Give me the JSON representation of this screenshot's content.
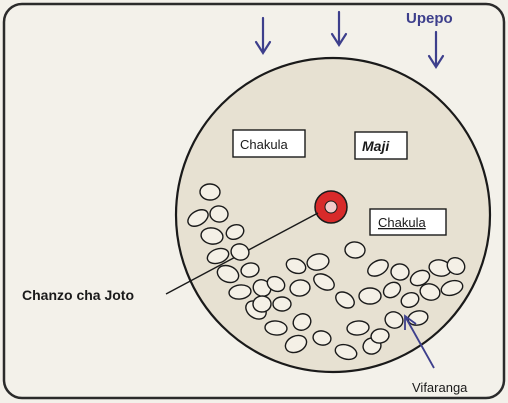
{
  "labels": {
    "wind": "Upepo",
    "food_left": "Chakula",
    "water": "Maji",
    "food_right": "Chakula",
    "heat_source": "Chanzo cha Joto",
    "bubbles": "Vifaranga"
  },
  "colors": {
    "background": "#f3f1ea",
    "panel_border": "#2b2b2b",
    "circle_fill": "#e7e1d2",
    "ink": "#1a1a1a",
    "arrow_blue": "#3d3f8c",
    "heat_red": "#d82a2a"
  }
}
